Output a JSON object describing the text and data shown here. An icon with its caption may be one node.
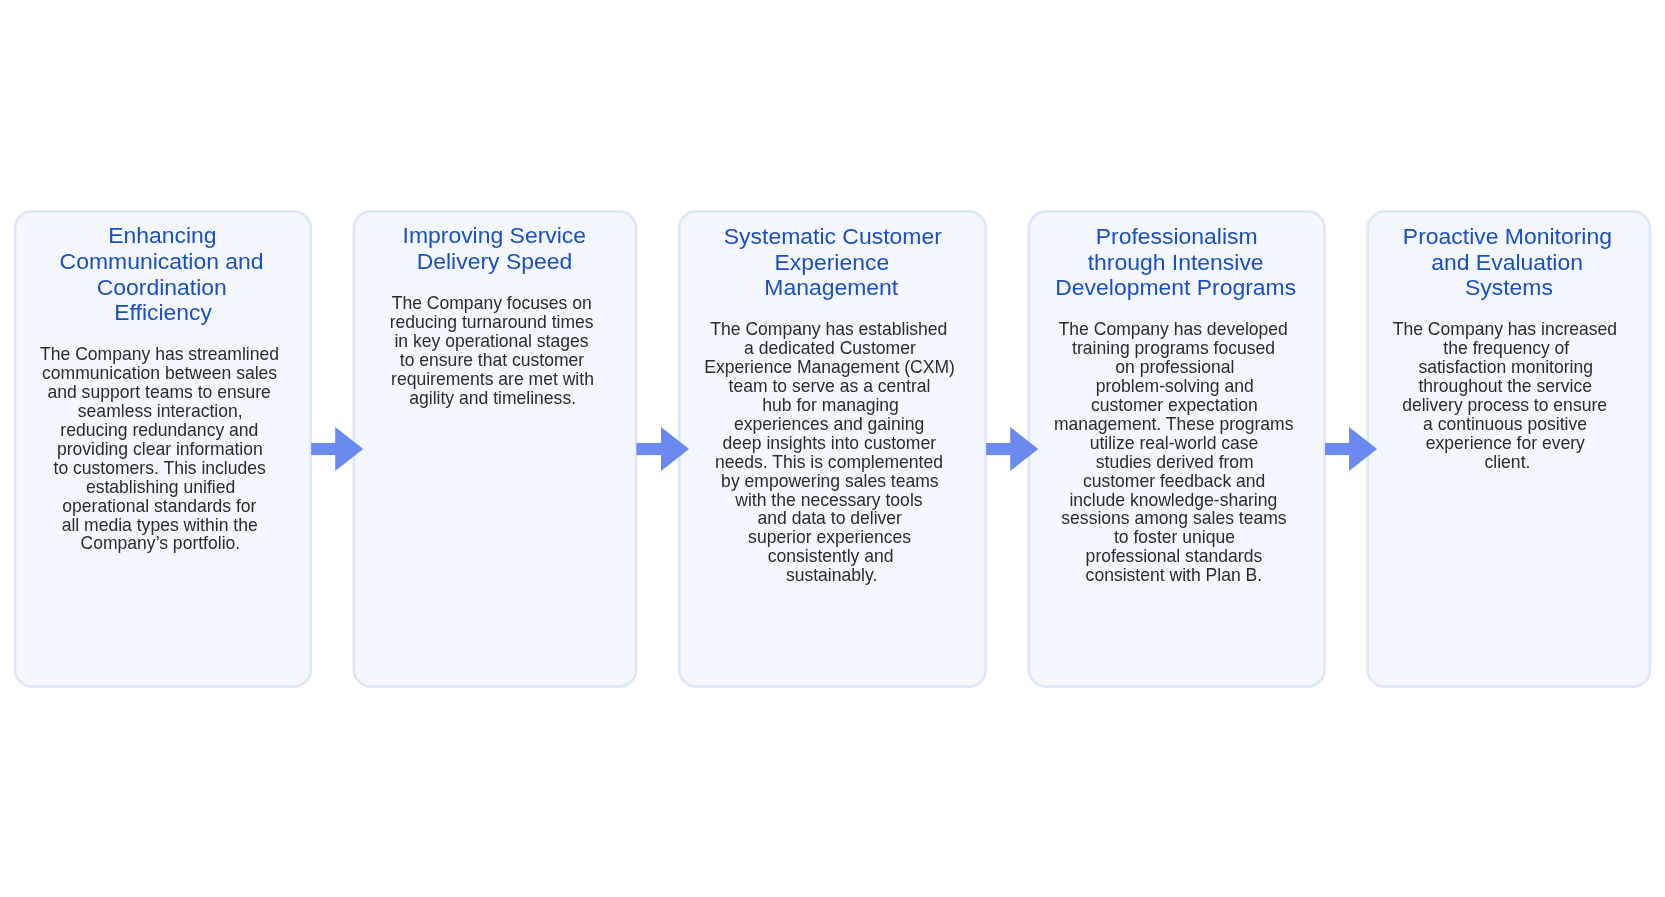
{
  "diagram": {
    "nodes": [
      {
        "text": [
          "Enhancing Communication and Coordination Efficiency",
          "The Company has streamlined communication between sales and support teams to ensure seamless interaction, reducing redundancy and providing clear information to customers. This includes establishing unified operational standards for all media types within the Company’s portfolio."
        ]
      },
      {
        "text": [
          "Improving Service Delivery Speed",
          "The Company focuses on reducing turnaround times in key operational stages to ensure that customer requirements are met with agility and timeliness."
        ]
      },
      {
        "text": [
          "Systematic Customer Experience Management",
          "The Company has established a dedicated Customer Experience Management (CXM) team to serve as a central hub for managing experiences and gaining deep insights into customer needs. This is complemented by empowering sales teams with the necessary tools and data to deliver superior experiences consistently and sustainably."
        ]
      },
      {
        "text": [
          "Professionalism through Intensive Development Programs",
          "The Company has developed training programs focused on professional problem-solving and customer expectation management. These programs utilize real-world case studies derived from customer feedback and include knowledge-sharing sessions among sales teams to foster unique professional standards consistent with Plan B."
        ]
      },
      {
        "text": [
          "Proactive Monitoring and Evaluation Systems",
          "The Company has increased the frequency of satisfaction monitoring throughout the service delivery process to ensure a continuous positive experience for every client."
        ]
      }
    ],
    "edges": [
      {
        "from": 0,
        "to": 1,
        "arrow": "to"
      },
      {
        "from": 1,
        "to": 2,
        "arrow": "to"
      },
      {
        "from": 2,
        "to": 3,
        "arrow": "to"
      },
      {
        "from": 3,
        "to": 4,
        "arrow": "to"
      }
    ]
  }
}
